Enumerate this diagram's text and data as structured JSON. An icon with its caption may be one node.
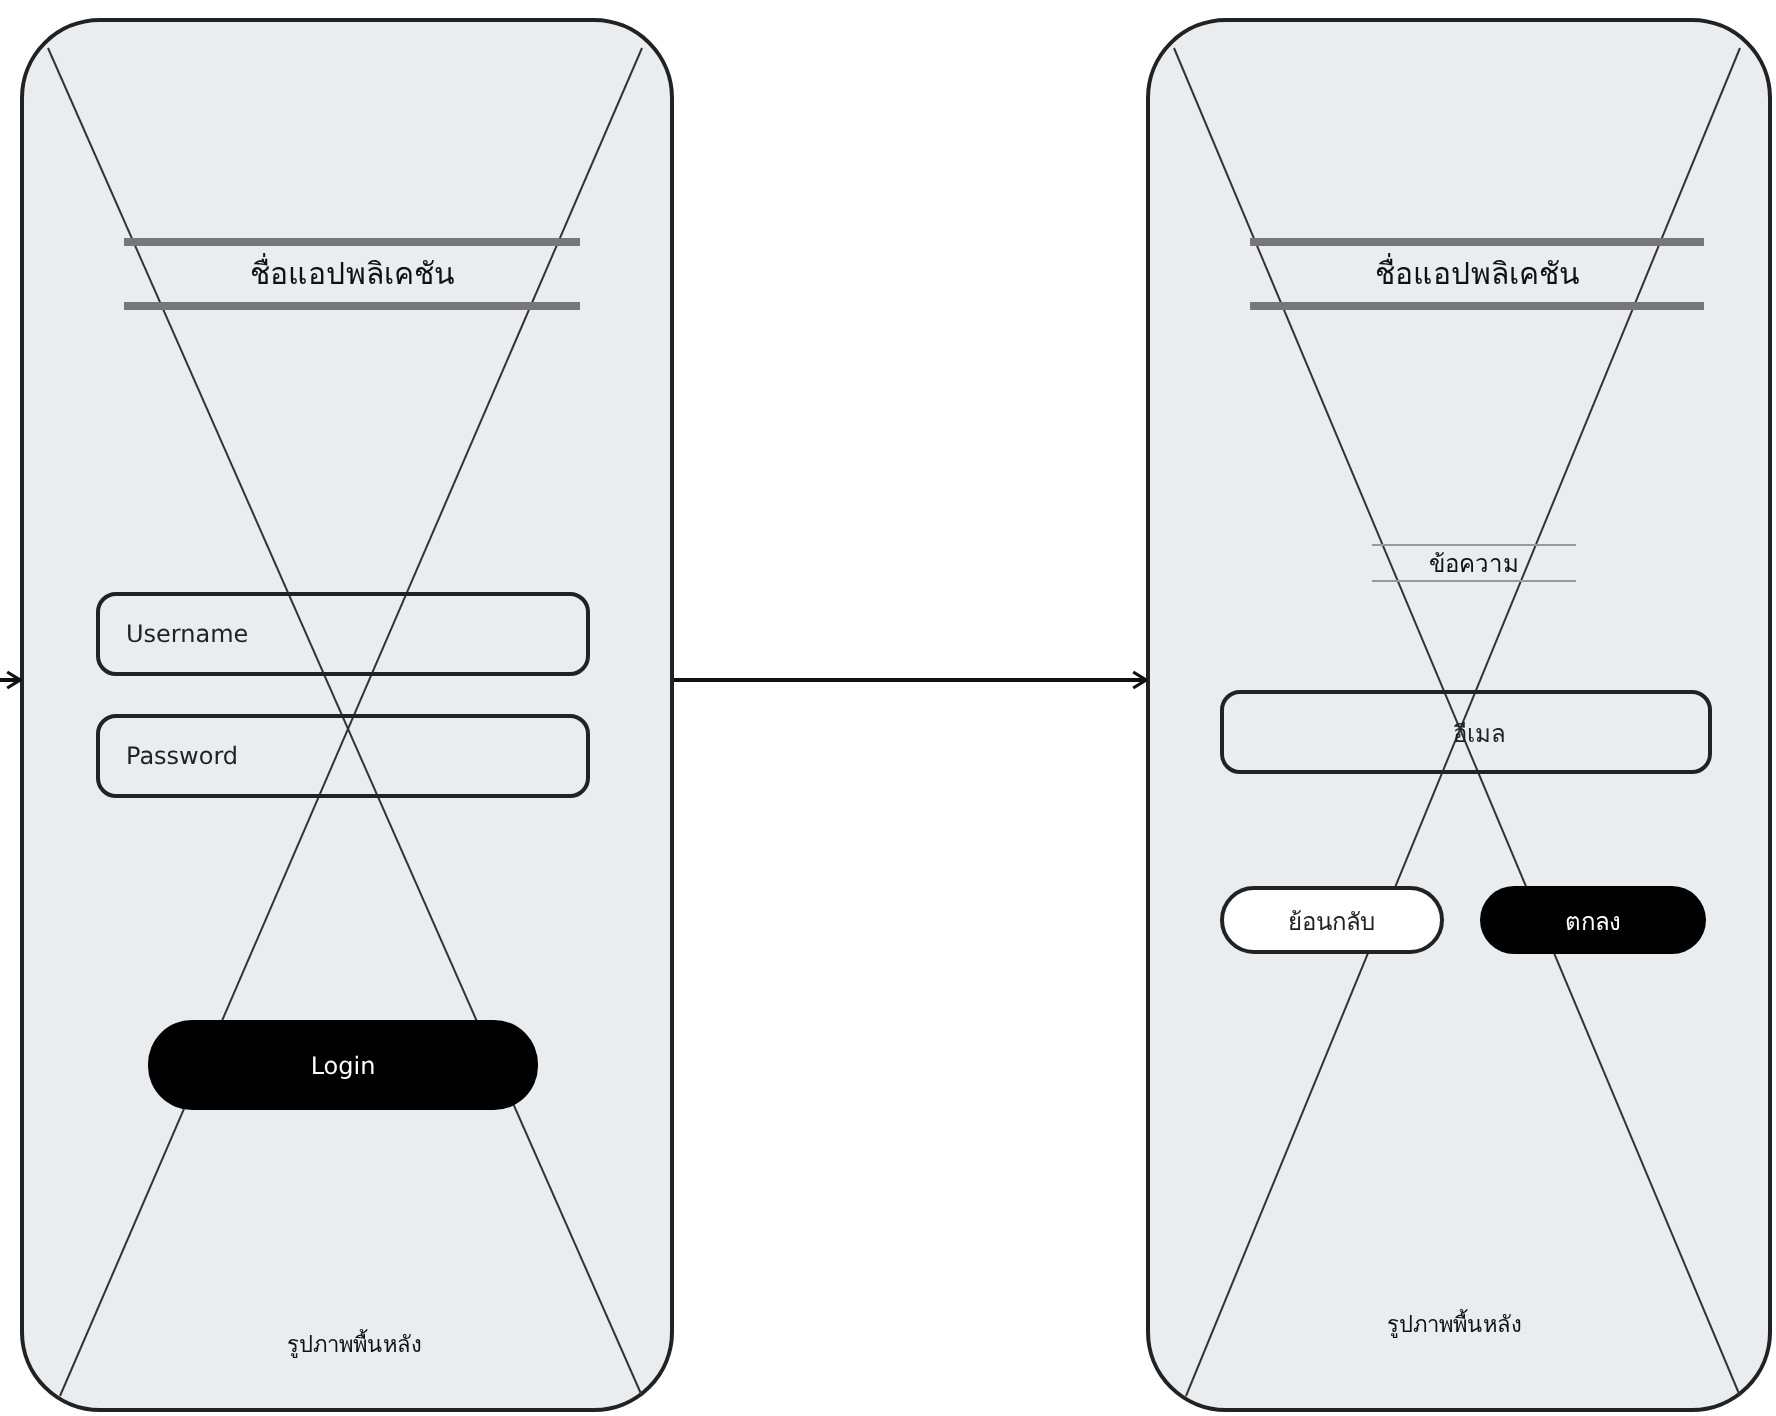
{
  "diagram": {
    "nodes": [
      {
        "text": [
          "รูปภาพพื้นหลัง"
        ]
      },
      {
        "text": [
          "ชื่อแอปพลิเคชัน"
        ],
        "in": 0
      },
      {
        "text": [
          "Username"
        ],
        "in": 0
      },
      {
        "text": [
          "Password"
        ],
        "in": 0
      },
      {
        "text": [
          "Login"
        ],
        "in": 0
      },
      {
        "text": [
          "รูปภาพพื้นหลัง"
        ]
      },
      {
        "text": [
          "ชื่อแอปพลิเคชัน"
        ],
        "in": 5
      },
      {
        "text": [
          "ข้อความ"
        ],
        "in": 5
      },
      {
        "text": [
          "อีเมล"
        ],
        "in": 5
      },
      {
        "text": [
          "ย้อนกลับ"
        ],
        "in": 5
      },
      {
        "text": [
          "ตกลง"
        ],
        "in": 5
      }
    ],
    "edges": [
      {
        "from": null,
        "to": 0,
        "arrow": "to"
      },
      {
        "from": 0,
        "to": 5,
        "arrow": "to"
      }
    ]
  }
}
